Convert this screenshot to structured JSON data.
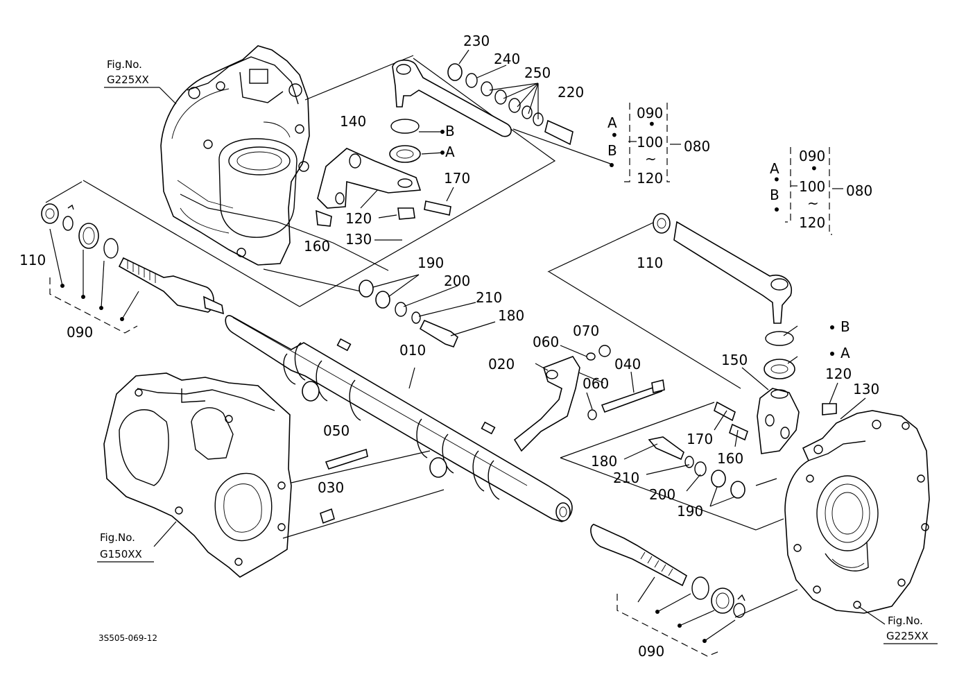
{
  "figure_code": "3S505-069-12",
  "fig_refs": [
    {
      "caption": "Fig.No.",
      "code": "G225XX"
    },
    {
      "caption": "Fig.No.",
      "code": "G150XX"
    },
    {
      "caption": "Fig.No.",
      "code": "G225XX"
    }
  ],
  "parts": {
    "p010": "010",
    "p020": "020",
    "p030": "030",
    "p040": "040",
    "p050": "050",
    "p060a": "060",
    "p060b": "060",
    "p070": "070",
    "p080a": "080",
    "p080b": "080",
    "p090a": "090",
    "p090b": "090",
    "p090c": "090",
    "p090d": "090",
    "p100a": "100",
    "p100b": "100",
    "p110a": "110",
    "p110b": "110",
    "p120a": "120",
    "p120b": "120",
    "p120c": "120",
    "p120d": "120",
    "p130a": "130",
    "p130b": "130",
    "p140": "140",
    "p150": "150",
    "p160a": "160",
    "p160b": "160",
    "p170a": "170",
    "p170b": "170",
    "p180a": "180",
    "p180b": "180",
    "p190a": "190",
    "p190b": "190",
    "p200a": "200",
    "p200b": "200",
    "p210a": "210",
    "p210b": "210",
    "p220": "220",
    "p230": "230",
    "p240": "240",
    "p250": "250"
  },
  "markers": {
    "a1": "A",
    "b1": "B",
    "a2": "A",
    "b2": "B",
    "a3": "A",
    "b3": "B",
    "a4": "A",
    "b4": "B",
    "tilde": "~",
    "dot": "•"
  }
}
